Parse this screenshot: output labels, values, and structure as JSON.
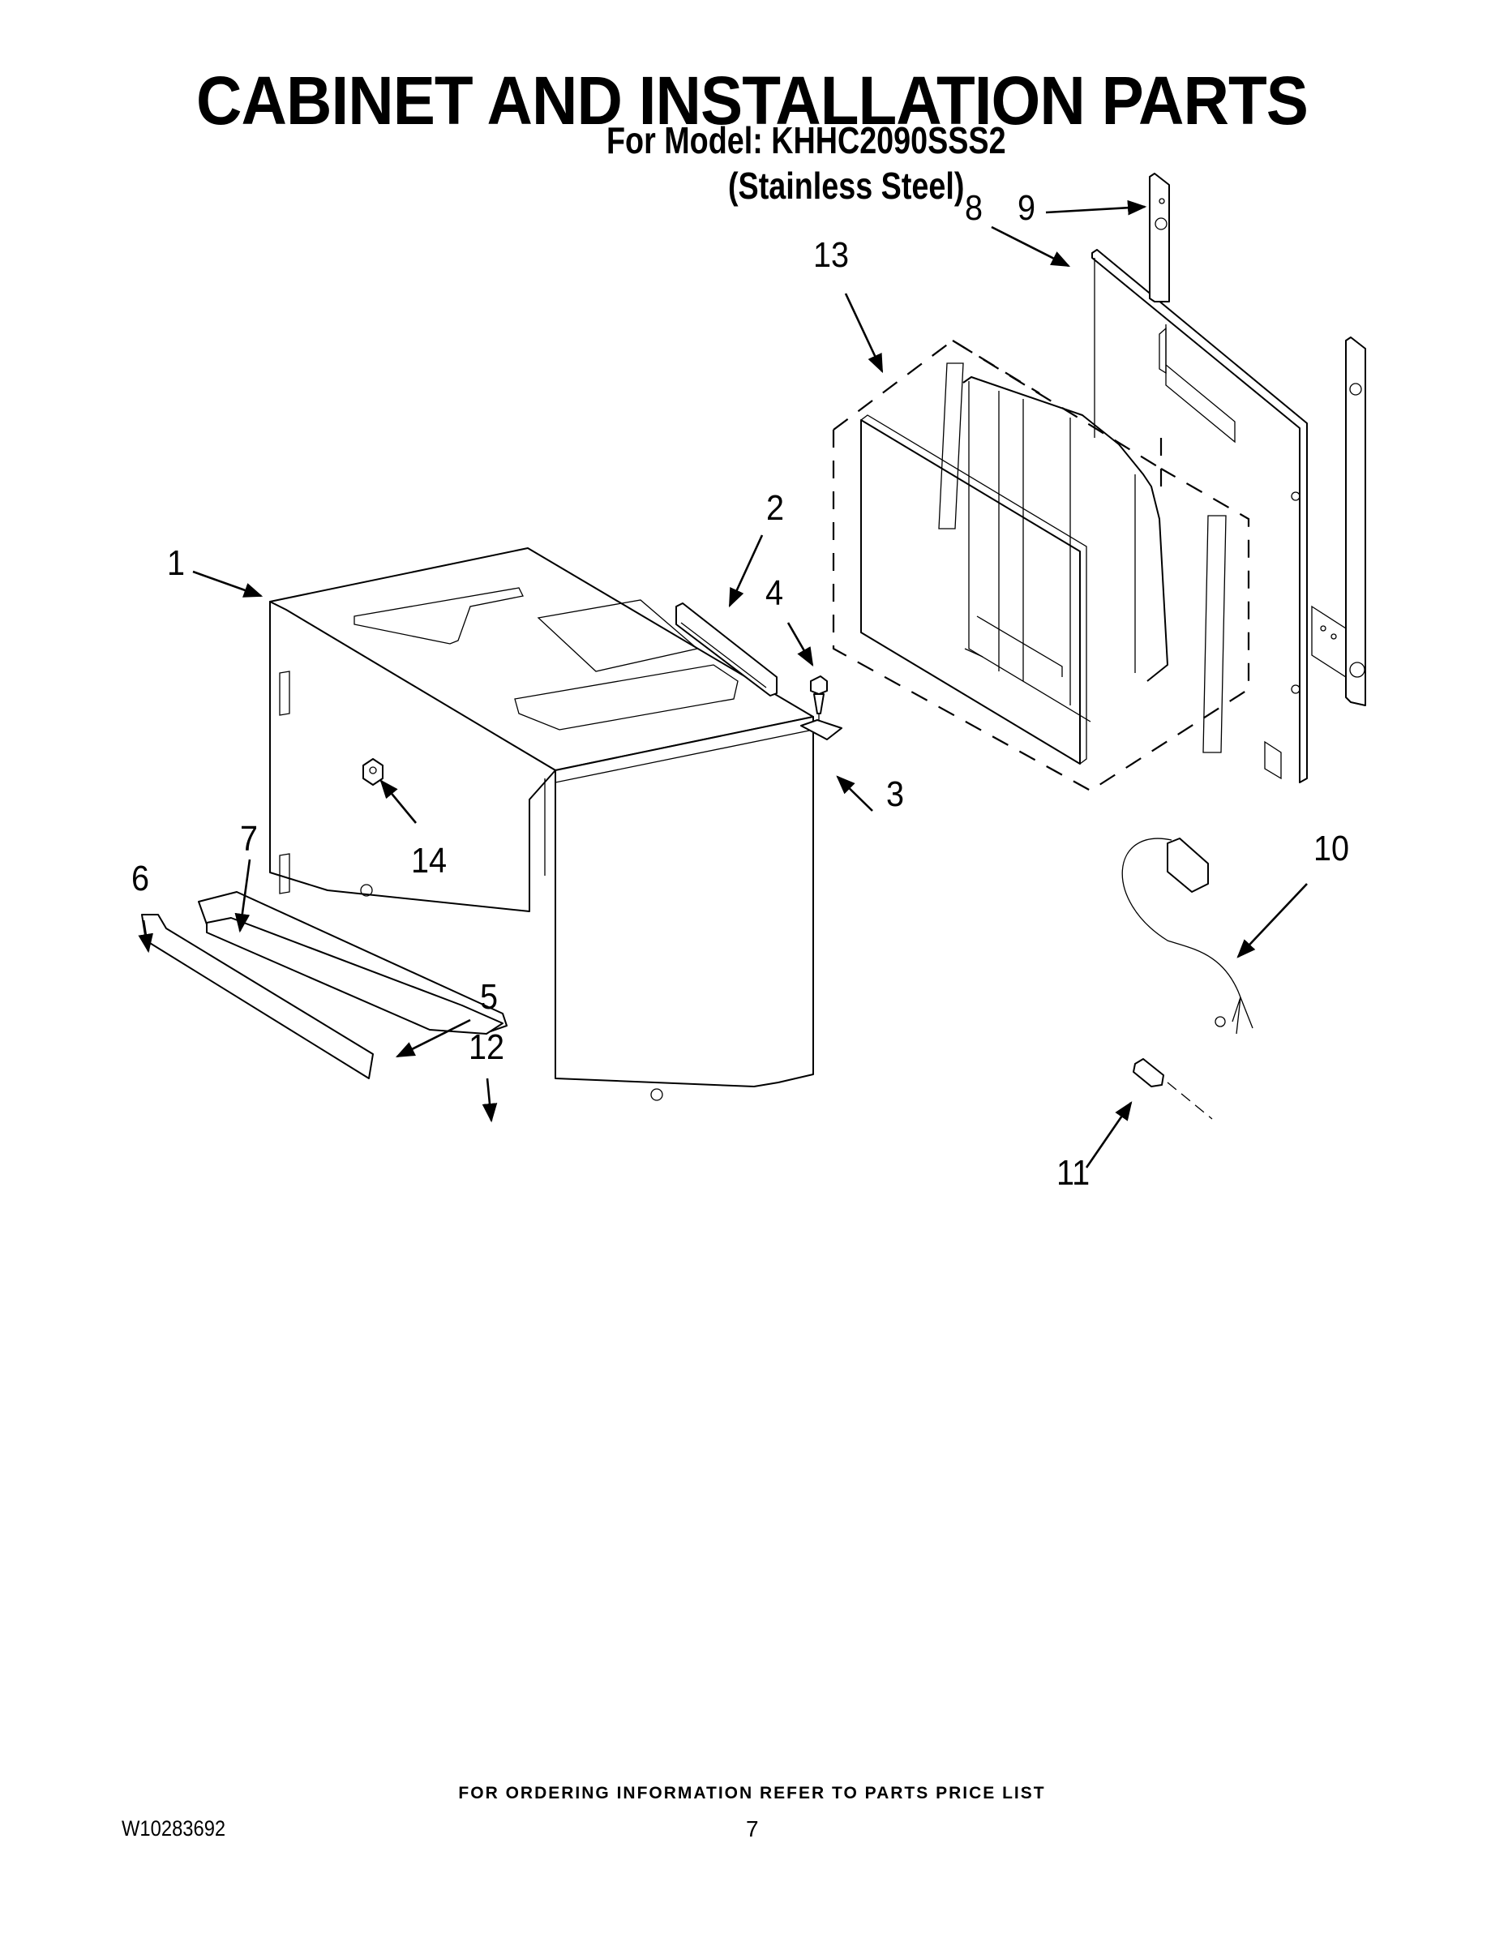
{
  "header": {
    "title": "CABINET AND INSTALLATION PARTS",
    "model_line": "For Model: KHHC2090SSS2",
    "variant": "(Stainless Steel)"
  },
  "diagram": {
    "callouts": [
      {
        "id": "1",
        "label": "1"
      },
      {
        "id": "2",
        "label": "2"
      },
      {
        "id": "3",
        "label": "3"
      },
      {
        "id": "4",
        "label": "4"
      },
      {
        "id": "5",
        "label": "5"
      },
      {
        "id": "6",
        "label": "6"
      },
      {
        "id": "7",
        "label": "7"
      },
      {
        "id": "8",
        "label": "8"
      },
      {
        "id": "9",
        "label": "9"
      },
      {
        "id": "10",
        "label": "10"
      },
      {
        "id": "11",
        "label": "11"
      },
      {
        "id": "12",
        "label": "12"
      },
      {
        "id": "13",
        "label": "13"
      },
      {
        "id": "14",
        "label": "14"
      }
    ]
  },
  "footer": {
    "ordering_note": "FOR ORDERING INFORMATION REFER TO PARTS PRICE LIST",
    "document_number": "W10283692",
    "page_number": "7"
  }
}
